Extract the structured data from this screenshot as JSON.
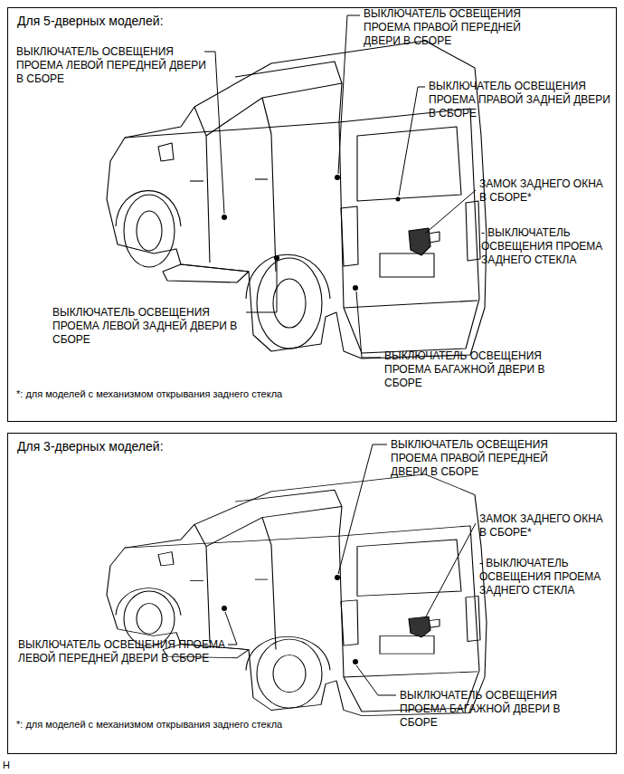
{
  "diagram": {
    "nodes": [
      {
        "text": [
          "Для 5-дверных моделей:"
        ]
      },
      {
        "text": [
          "Для 3-дверных моделей:"
        ]
      }
    ],
    "labels": [
      "ВЫКЛЮЧАТЕЛЬ ОСВЕЩЕНИЯ ПРОЕМА ЛЕВОЙ ПЕРЕДНЕЙ ДВЕРИ В СБОРЕ",
      "ВЫКЛЮЧАТЕЛЬ ОСВЕЩЕНИЯ ПРОЕМА ПРАВОЙ ПЕРЕДНЕЙ ДВЕРИ В СБОРЕ",
      "ВЫКЛЮЧАТЕЛЬ ОСВЕЩЕНИЯ ПРОЕМА ПРАВОЙ ЗАДНЕЙ ДВЕРИ В СБОРЕ",
      "ЗАМОК ЗАДНЕГО ОКНА В СБОРЕ*",
      "- ВЫКЛЮЧАТЕЛЬ ОСВЕЩЕНИЯ ПРОЕМА ЗАДНЕГО СТЕКЛА",
      "ВЫКЛЮЧАТЕЛЬ ОСВЕЩЕНИЯ ПРОЕМА ЛЕВОЙ ЗАДНЕЙ ДВЕРИ В СБОРЕ",
      "ВЫКЛЮЧАТЕЛЬ ОСВЕЩЕНИЯ ПРОЕМА БАГАЖНОЙ ДВЕРИ В СБОРЕ",
      "*: для моделей с механизмом открывания заднего стекла",
      "ВЫКЛЮЧАТЕЛЬ ОСВЕЩЕНИЯ ПРОЕМА ПРАВОЙ ПЕРЕДНЕЙ ДВЕРИ В СБОРЕ",
      "ЗАМОК ЗАДНЕГО ОКНА В СБОРЕ*",
      "- ВЫКЛЮЧАТЕЛЬ ОСВЕЩЕНИЯ ПРОЕМА ЗАДНЕГО СТЕКЛА",
      "ВЫКЛЮЧАТЕЛЬ ОСВЕЩЕНИЯ ПРОЕМА ЛЕВОЙ ПЕРЕДНЕЙ ДВЕРИ В СБОРЕ",
      "ВЫКЛЮЧАТЕЛЬ ОСВЕЩЕНИЯ ПРОЕМА БАГАЖНОЙ ДВЕРИ В СБОРЕ",
      "*: для моделей с механизмом открывания заднего стекла",
      "H"
    ]
  }
}
